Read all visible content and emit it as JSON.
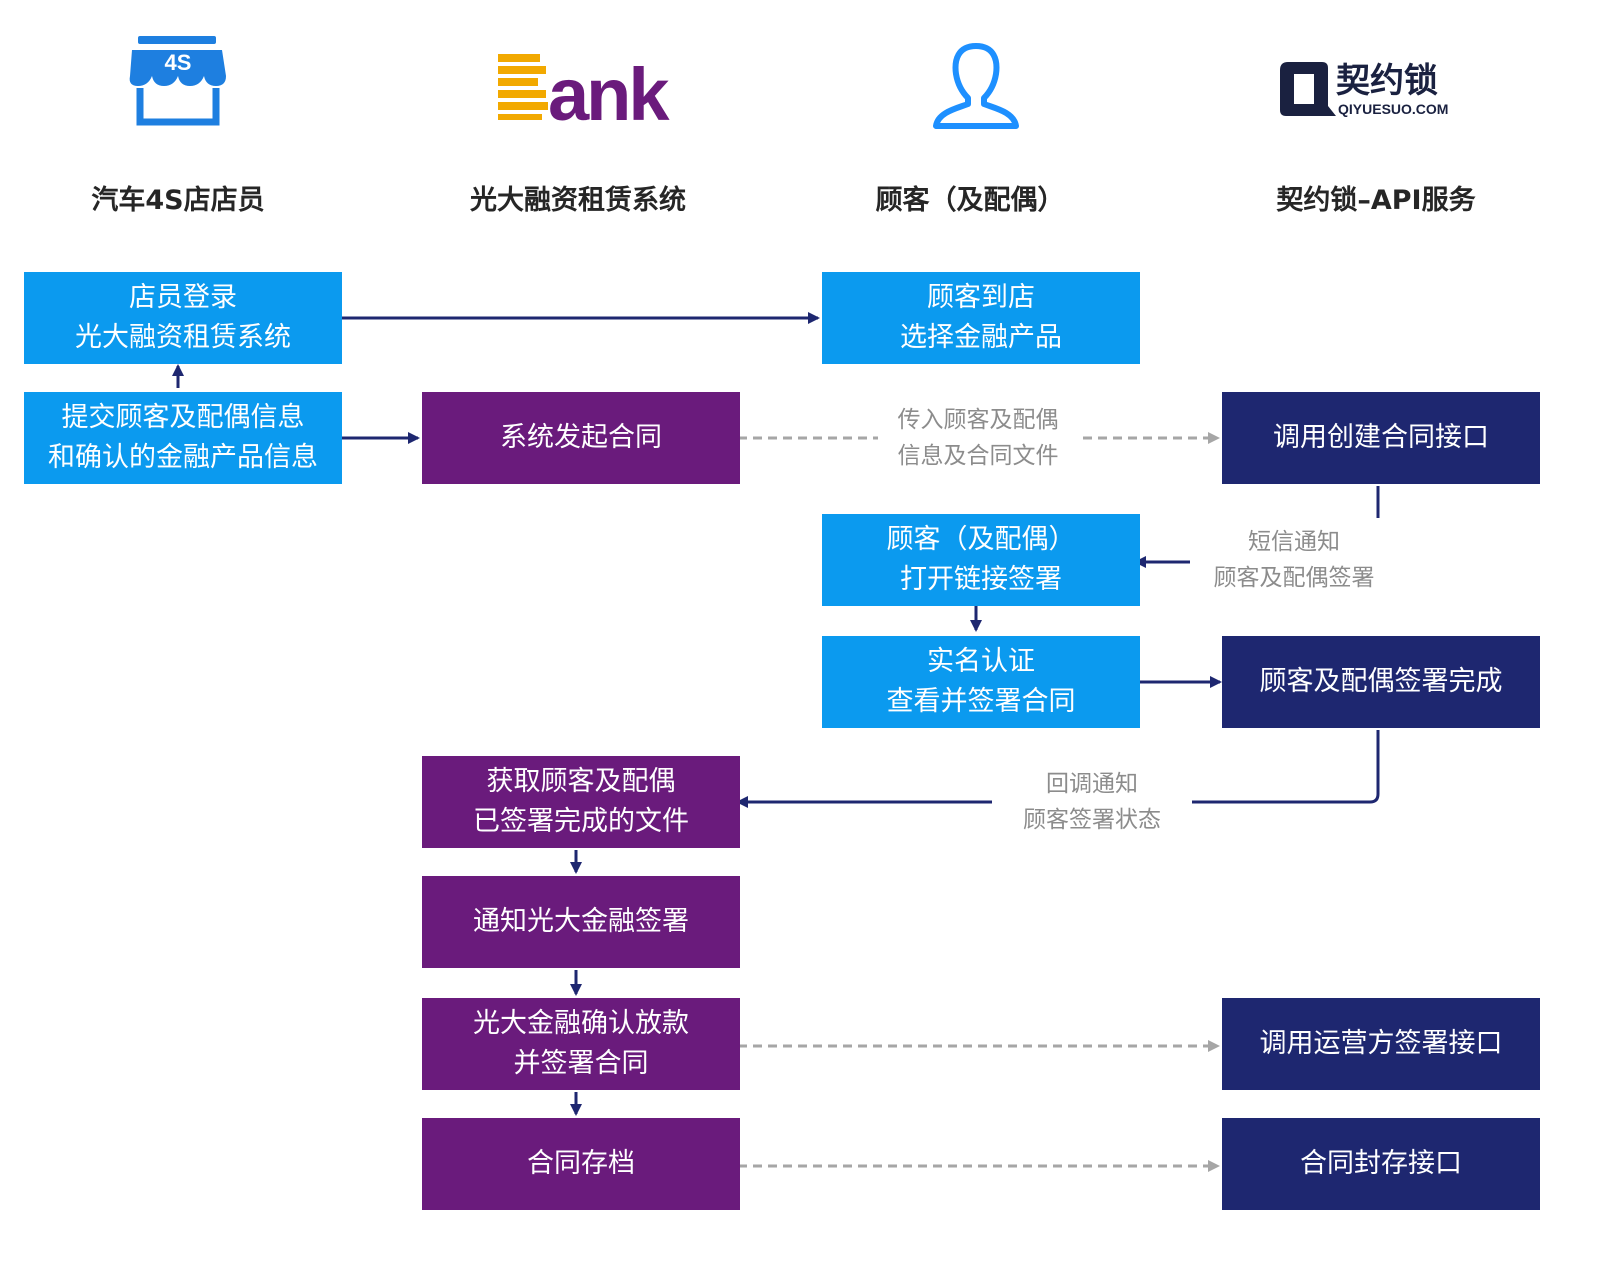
{
  "lanes": {
    "store": {
      "title": "汽车4S店店员",
      "logo_text": "4S"
    },
    "bank": {
      "title": "光大融资租赁系统",
      "logo_text": "Bank"
    },
    "customer": {
      "title": "顾客（及配偶）"
    },
    "qiyuesuo": {
      "title": "契约锁–API服务",
      "logo_text": "契约锁",
      "logo_subtext": "QIYUESUO.COM"
    }
  },
  "steps": {
    "clerk_login": [
      "店员登录",
      "光大融资租赁系统"
    ],
    "customer_arrival": [
      "顾客到店",
      "选择金融产品"
    ],
    "submit_info": [
      "提交顾客及配偶信息",
      "和确认的金融产品信息"
    ],
    "initiate_contract": [
      "系统发起合同"
    ],
    "create_contract_api": [
      "调用创建合同接口"
    ],
    "open_link": [
      "顾客（及配偶）",
      "打开链接签署"
    ],
    "verify_sign": [
      "实名认证",
      "查看并签署合同"
    ],
    "signing_complete": [
      "顾客及配偶签署完成"
    ],
    "fetch_signed": [
      "获取顾客及配偶",
      "已签署完成的文件"
    ],
    "notify_sign": [
      "通知光大金融签署"
    ],
    "confirm_loan": [
      "光大金融确认放款",
      "并签署合同"
    ],
    "operator_sign_api": [
      "调用运营方签署接口"
    ],
    "archive": [
      "合同存档"
    ],
    "seal_api": [
      "合同封存接口"
    ]
  },
  "notes": {
    "pass_info": [
      "传入顾客及配偶",
      "信息及合同文件"
    ],
    "sms_notice": [
      "短信通知",
      "顾客及配偶签署"
    ],
    "callback": [
      "回调通知",
      "顾客签署状态"
    ]
  },
  "colors": {
    "customer_side": "#0b9aef",
    "bank_side": "#6a1b7c",
    "api_side": "#1e2770",
    "solid_arrow": "#1e2770",
    "dashed_arrow": "#a6a6a6"
  }
}
